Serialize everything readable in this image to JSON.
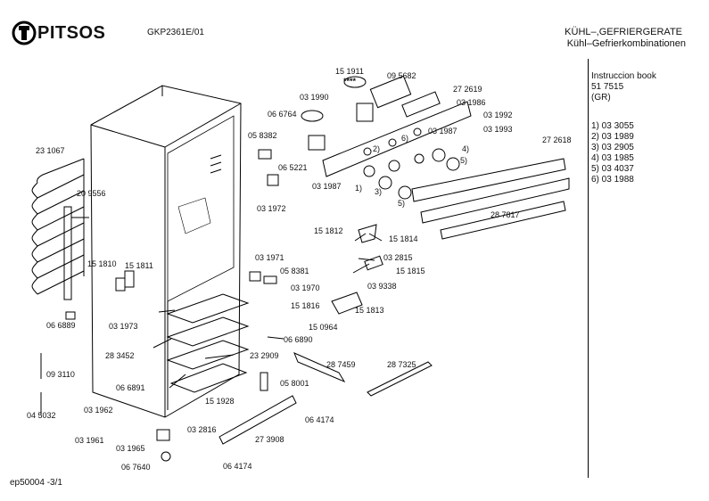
{
  "header": {
    "brand": "PITSOS",
    "model": "GKP2361E/01",
    "category_line1": "KÜHL–,GEFRIERGERATE",
    "category_line2": "Kühl–Gefrierkombinationen"
  },
  "sidebar": {
    "title": "Instruccion book",
    "book_number": "51 7515",
    "lang": "(GR)",
    "legend": [
      "1) 03 3055",
      "2) 03 1989",
      "3) 03 2905",
      "4) 03 1985",
      "5) 03 4037",
      "6) 03 1988"
    ]
  },
  "footer": {
    "code": "ep50004  -3/1"
  },
  "parts": [
    {
      "id": "p01",
      "label": "15 1911"
    },
    {
      "id": "p02",
      "label": "****"
    },
    {
      "id": "p03",
      "label": "09 5682"
    },
    {
      "id": "p04",
      "label": "27 2619"
    },
    {
      "id": "p05",
      "label": "03 1990"
    },
    {
      "id": "p06",
      "label": "03 1986"
    },
    {
      "id": "p07",
      "label": "03 1992"
    },
    {
      "id": "p08",
      "label": "06 6764"
    },
    {
      "id": "p09",
      "label": "03 1993"
    },
    {
      "id": "p10",
      "label": "03 1987"
    },
    {
      "id": "p11",
      "label": "27 2618"
    },
    {
      "id": "p12",
      "label": "6)"
    },
    {
      "id": "p13",
      "label": "2)"
    },
    {
      "id": "p14",
      "label": "4)"
    },
    {
      "id": "p15",
      "label": "05 8382"
    },
    {
      "id": "p16",
      "label": "06 5221"
    },
    {
      "id": "p17",
      "label": "23 1067"
    },
    {
      "id": "p18",
      "label": "5)"
    },
    {
      "id": "p19",
      "label": "03 1987"
    },
    {
      "id": "p20",
      "label": "1)"
    },
    {
      "id": "p21",
      "label": "3)"
    },
    {
      "id": "p22",
      "label": "5)"
    },
    {
      "id": "p23",
      "label": "20 9556"
    },
    {
      "id": "p24",
      "label": "03 1972"
    },
    {
      "id": "p25",
      "label": "28 7817"
    },
    {
      "id": "p26",
      "label": "15 1812"
    },
    {
      "id": "p27",
      "label": "15 1814"
    },
    {
      "id": "p28",
      "label": "03 1971"
    },
    {
      "id": "p29",
      "label": "03 2815"
    },
    {
      "id": "p30",
      "label": "15 1810"
    },
    {
      "id": "p31",
      "label": "15 1811"
    },
    {
      "id": "p32",
      "label": "05 8381"
    },
    {
      "id": "p33",
      "label": "15 1815"
    },
    {
      "id": "p34",
      "label": "03 1970"
    },
    {
      "id": "p35",
      "label": "03 9338"
    },
    {
      "id": "p36",
      "label": "15 1816"
    },
    {
      "id": "p37",
      "label": "15 1813"
    },
    {
      "id": "p38",
      "label": "06 6889"
    },
    {
      "id": "p39",
      "label": "03 1973"
    },
    {
      "id": "p40",
      "label": "15 0964"
    },
    {
      "id": "p41",
      "label": "06 6890"
    },
    {
      "id": "p42",
      "label": "28 3452"
    },
    {
      "id": "p43",
      "label": "23 2909"
    },
    {
      "id": "p44",
      "label": "28 7459"
    },
    {
      "id": "p45",
      "label": "28 7325"
    },
    {
      "id": "p46",
      "label": "09 3110"
    },
    {
      "id": "p47",
      "label": "06 6891"
    },
    {
      "id": "p48",
      "label": "05 8001"
    },
    {
      "id": "p49",
      "label": "15 1928"
    },
    {
      "id": "p50",
      "label": "04 5032"
    },
    {
      "id": "p51",
      "label": "03 1962"
    },
    {
      "id": "p52",
      "label": "06 4174"
    },
    {
      "id": "p53",
      "label": "03 2816"
    },
    {
      "id": "p54",
      "label": "03 1961"
    },
    {
      "id": "p55",
      "label": "27 3908"
    },
    {
      "id": "p56",
      "label": "03 1965"
    },
    {
      "id": "p57",
      "label": "06 7640"
    },
    {
      "id": "p58",
      "label": "06 4174"
    }
  ]
}
